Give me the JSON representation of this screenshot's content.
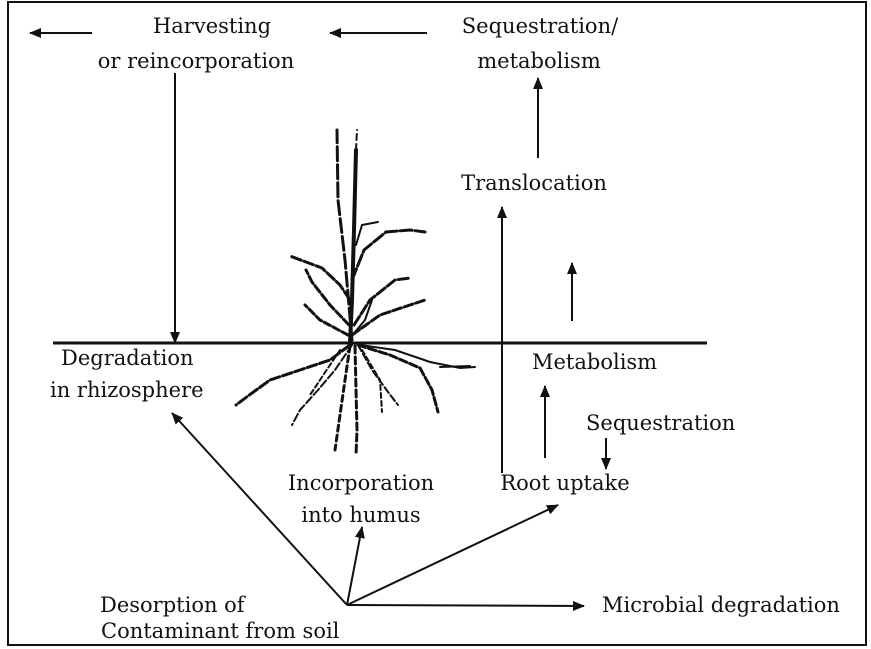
{
  "labels": {
    "harvesting_line1": "Harvesting",
    "harvesting_line2": "or reincorporation",
    "sequestration_metabolism_line1": "Sequestration/",
    "sequestration_metabolism_line2": "metabolism",
    "translocation": "Translocation",
    "degradation_line1": "Degradation",
    "degradation_line2": "in rhizosphere",
    "metabolism": "Metabolism",
    "sequestration": "Sequestration",
    "incorporation_line1": "Incorporation",
    "incorporation_line2": "into humus",
    "root_uptake": "Root uptake",
    "desorption_line1": "Desorption of",
    "desorption_line2": "Contaminant from soil",
    "microbial_degradation": "Microbial degradation"
  },
  "colors": {
    "ink": "#111111",
    "background": "#ffffff"
  }
}
